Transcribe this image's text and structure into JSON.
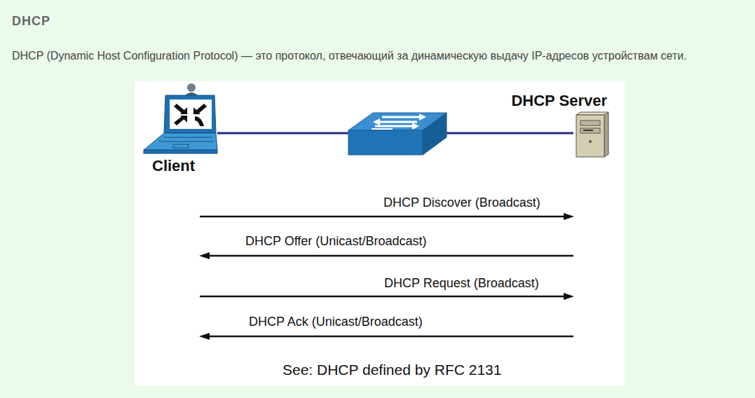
{
  "diagram": {
    "title": "DHCP",
    "caption": "See: DHCP defined by RFC 2131",
    "nodes": [
      {
        "text": [
          "Client"
        ]
      },
      {
        "text": [
          "DHCP Server"
        ]
      }
    ],
    "edges": [
      {
        "from": 0,
        "to": 1,
        "arrow": "none"
      }
    ],
    "labels": [
      "DHCP (Dynamic Host Configuration Protocol) — это протокол, отвечающий за динамическую выдачу IP-адресов устройствам сети.",
      "DHCP Discover (Broadcast)",
      "DHCP Offer (Unicast/Broadcast)",
      "DHCP Request (Broadcast)",
      "DHCP Ack (Unicast/Broadcast)"
    ]
  }
}
